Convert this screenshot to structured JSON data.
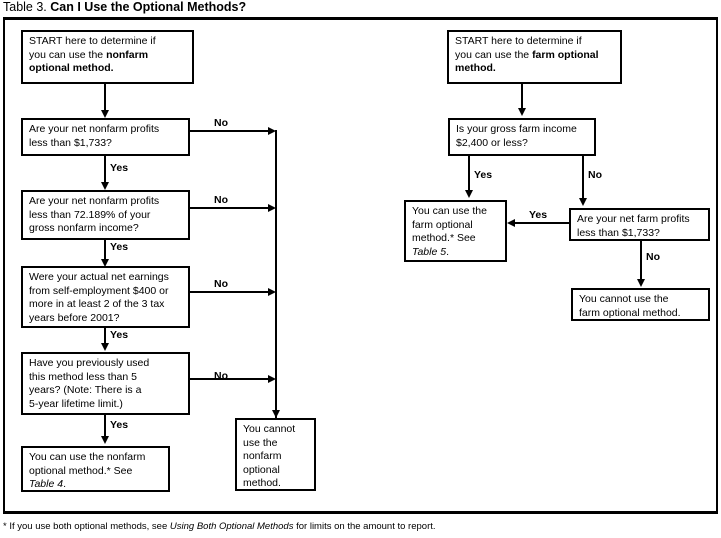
{
  "title": {
    "prefix": "Table 3.",
    "main": "Can I Use the Optional Methods?"
  },
  "footnote": {
    "lead": "* If you use both optional methods, see ",
    "italic": "Using Both Optional Methods",
    "tail": " for limits on the amount to report."
  },
  "nonfarm_branch": {
    "start": {
      "line1": "START here to determine if",
      "line2_plain": "you can use the ",
      "line2_bold": "nonfarm",
      "line3_bold": "optional method."
    },
    "q1": {
      "line1": "Are your net nonfarm profits",
      "line2": "less than $1,733?"
    },
    "q2": {
      "line1": "Are your net nonfarm profits",
      "line2": "less than 72.189% of your",
      "line3": "gross nonfarm income?"
    },
    "q3": {
      "line1": "Were your actual net earnings",
      "line2": "from self-employment $400 or",
      "line3": "more in at least 2 of the 3 tax",
      "line4": "years before 2001?"
    },
    "q4": {
      "line1": "Have you previously used",
      "line2": "this method less than 5",
      "line3": "years? (Note: There is a",
      "line4": "5-year lifetime limit.)"
    },
    "yes_result": {
      "line1": "You can use the nonfarm",
      "line2": "optional method.* See",
      "line3_italic": "Table 4",
      "line3_tail": "."
    },
    "no_result": {
      "line1": "You cannot",
      "line2": "use the",
      "line3": "nonfarm",
      "line4": "optional",
      "line5": "method."
    },
    "edge_labels": {
      "yes1": "Yes",
      "yes2": "Yes",
      "yes3": "Yes",
      "yes4": "Yes",
      "no1": "No",
      "no2": "No",
      "no3": "No",
      "no4": "No"
    }
  },
  "farm_branch": {
    "start": {
      "line1": "START here to determine if",
      "line2_plain": "you can use the ",
      "line2_bold": "farm optional",
      "line3_bold": "method."
    },
    "q1": {
      "line1": "Is your gross farm income",
      "line2": "$2,400 or less?"
    },
    "q2": {
      "line1": "Are your net farm profits",
      "line2": "less than $1,733?"
    },
    "yes_result": {
      "line1": "You can use the",
      "line2": "farm optional",
      "line3": "method.* See",
      "line4_italic": "Table 5",
      "line4_tail": "."
    },
    "no_result": {
      "line1": "You cannot use the",
      "line2": "farm optional method."
    },
    "edge_labels": {
      "yes1": "Yes",
      "no1": "No",
      "yes2": "Yes",
      "no2": "No"
    }
  },
  "colors": {
    "ink": "#000000",
    "paper": "#ffffff"
  }
}
